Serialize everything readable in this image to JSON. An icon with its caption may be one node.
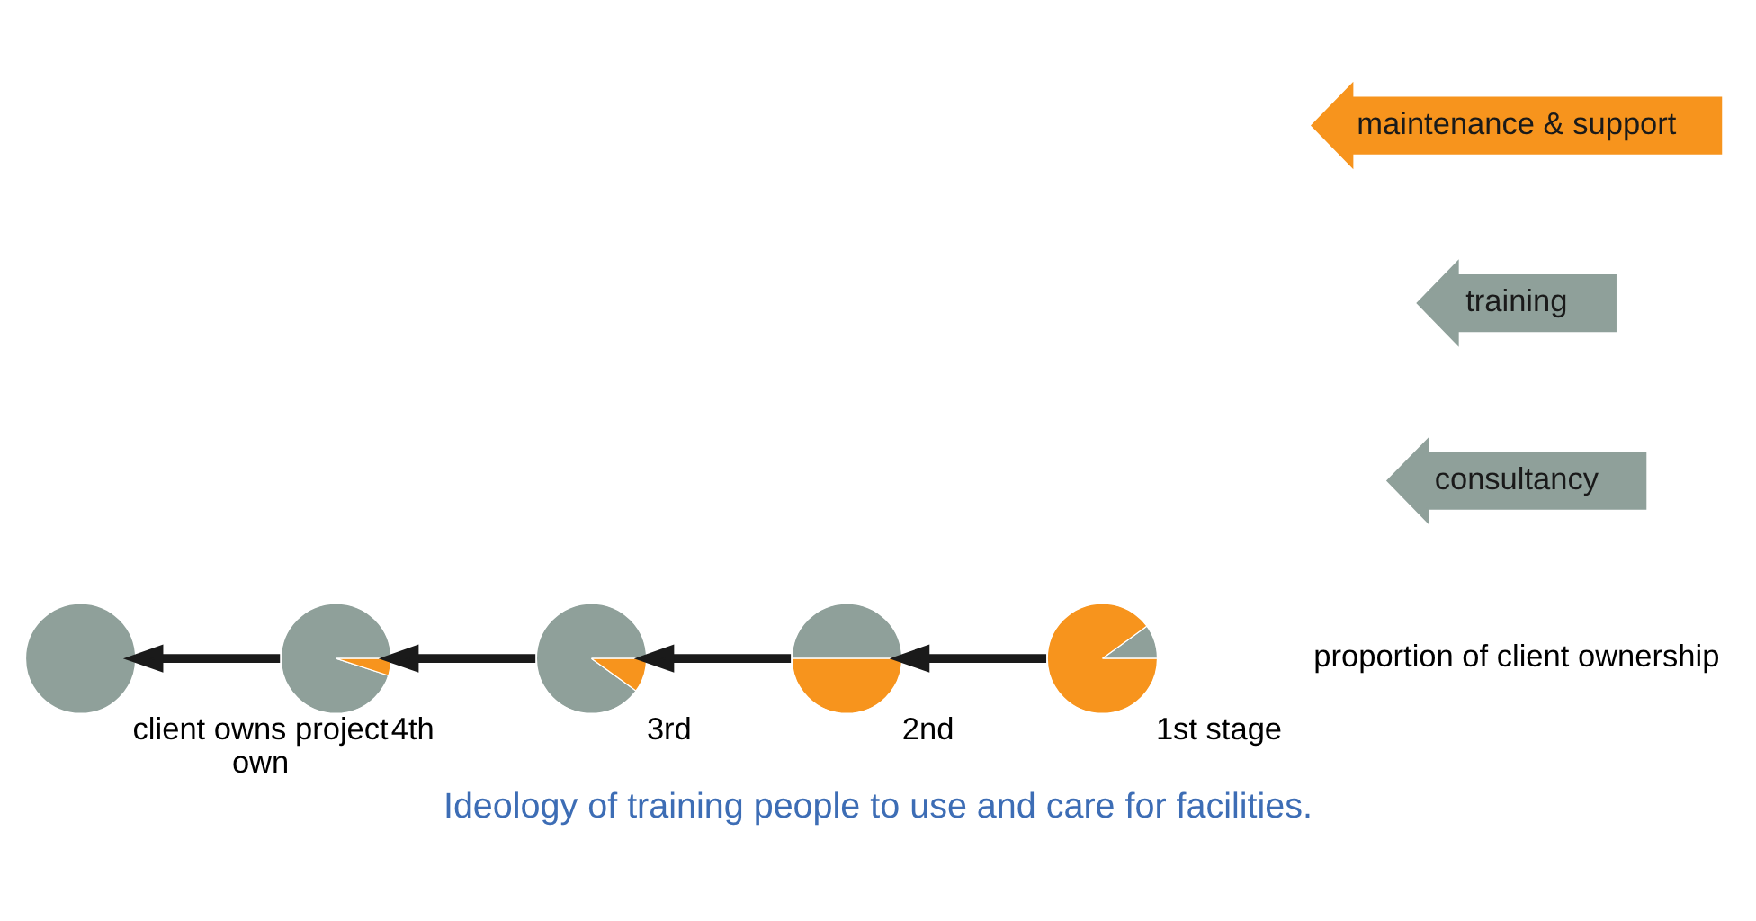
{
  "diagram": {
    "caption": "Ideology of training people to use and care for facilities.",
    "nodes": [
      {
        "text": [
          "1st stage"
        ]
      },
      {
        "text": [
          "2nd"
        ]
      },
      {
        "text": [
          "3rd"
        ]
      },
      {
        "text": [
          "4th"
        ]
      },
      {
        "text": [
          "client owns project",
          "own"
        ]
      },
      {
        "text": [
          "consultancy"
        ]
      },
      {
        "text": [
          "training"
        ]
      },
      {
        "text": [
          "maintenance & support"
        ]
      }
    ],
    "edges": [
      {
        "from": 0,
        "to": 1,
        "arrow": "to"
      },
      {
        "from": 1,
        "to": 2,
        "arrow": "to"
      },
      {
        "from": 2,
        "to": 3,
        "arrow": "to"
      },
      {
        "from": 3,
        "to": 4,
        "arrow": "to"
      }
    ],
    "labels": [
      "proportion of client ownership"
    ]
  }
}
